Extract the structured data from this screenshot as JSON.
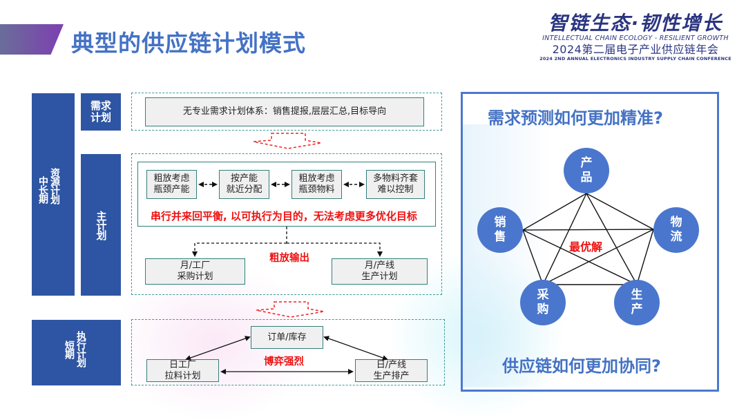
{
  "header": {
    "title": "典型的供应链计划模式",
    "logo": {
      "main": "智链生态·韧性增长",
      "sub_en": "INTELLECTUAL CHAIN ECOLOGY  -  RESILIENT GROWTH",
      "sub_cn": "2024第二届电子产业供应链年会",
      "sub_en2": "2024 2ND ANNUAL ELECTRONICS INDUSTRY SUPPLY CHAIN CONFERENCE"
    }
  },
  "left": {
    "labels": {
      "mid_long_a": "资源计划",
      "mid_long_b": "中长期",
      "demand_plan": "需求计划",
      "master_plan": "主计划",
      "short_a": "执行计划",
      "short_b": "短期"
    },
    "demand": {
      "box": "无专业需求计划体系：销售提报,层层汇总,目标导向"
    },
    "master": {
      "steps": [
        {
          "line1": "粗放考虑",
          "line2": "瓶颈产能"
        },
        {
          "line1": "按产能",
          "line2": "就近分配"
        },
        {
          "line1": "粗放考虑",
          "line2": "瓶颈物料"
        },
        {
          "line1": "多物料齐套",
          "line2": "难以控制"
        }
      ],
      "note": "串行并来回平衡, 以可执行为目的，无法考虑更多优化目标",
      "output_label": "粗放输出",
      "outputs": [
        {
          "line1": "月/工厂",
          "line2": "采购计划"
        },
        {
          "line1": "月/产线",
          "line2": "生产计划"
        }
      ]
    },
    "execution": {
      "top": "订单/库存",
      "left": {
        "line1": "日工厂",
        "line2": "拉料计划"
      },
      "right": {
        "line1": "日/产线",
        "line2": "生产排产"
      },
      "note": "博弈强烈"
    }
  },
  "right": {
    "question_top": "需求预测如何更加精准?",
    "question_bottom": "供应链如何更加协同?",
    "center": "最优解",
    "nodes": [
      {
        "label": "产品"
      },
      {
        "label": "物流"
      },
      {
        "label": "生产"
      },
      {
        "label": "采购"
      },
      {
        "label": "销售"
      }
    ]
  }
}
